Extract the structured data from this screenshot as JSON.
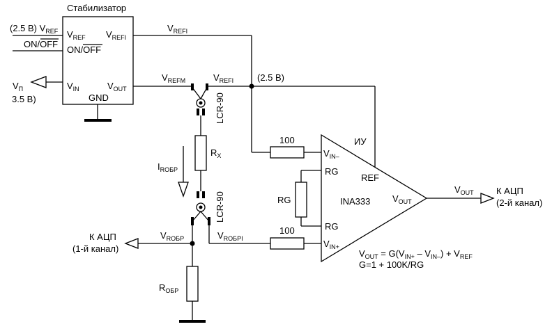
{
  "regulator": {
    "title": "Стабилизатор",
    "pin_vref": "V",
    "pin_vref_sub": "REF",
    "pin_onoff": "ON/OFF",
    "pin_vin": "V",
    "pin_vin_sub": "IN",
    "pin_vrefi": "V",
    "pin_vrefi_sub": "REFI",
    "pin_vout": "V",
    "pin_vout_sub": "OUT",
    "pin_gnd": "GND"
  },
  "inputs": {
    "vref_label_prefix": "(2.5 В) V",
    "vref_label_sub": "REF",
    "onoff_label": "ON/OFF",
    "vp_label": "V",
    "vp_label_sub": "П",
    "vp_value": "3.5 В)"
  },
  "nets": {
    "vrefi_top": "V",
    "vrefi_top_sub": "REFI",
    "vrefm": "V",
    "vrefm_sub": "REFM",
    "vrefi_mid": "V",
    "vrefi_mid_sub": "REFI",
    "node_voltage": "(2.5 В)",
    "vrobr": "V",
    "vrobr_sub": "RОБР",
    "vrobri": "V",
    "vrobri_sub": "RОБРI",
    "current": "I",
    "current_sub": "RОБР"
  },
  "components": {
    "connector_top": "LCR-90",
    "connector_bottom": "LCR-90",
    "rx": "R",
    "rx_sub": "X",
    "r_top": "100",
    "r_bottom": "100",
    "rg_resistor": "RG",
    "robr": "R",
    "robr_sub": "ОБР"
  },
  "amplifier": {
    "type_label": "ИУ",
    "model": "INA333",
    "pin_vin_minus": "V",
    "pin_vin_minus_sub": "IN–",
    "pin_vin_plus": "V",
    "pin_vin_plus_sub": "IN+",
    "pin_rg_top": "RG",
    "pin_rg_bottom": "RG",
    "pin_ref": "REF",
    "pin_vout": "V",
    "pin_vout_sub": "OUT"
  },
  "outputs": {
    "vout_label": "V",
    "vout_label_sub": "OUT",
    "adc2_line1": "К АЦП",
    "adc2_line2": "(2-й канал)",
    "adc1_line1": "К АЦП",
    "adc1_line2": "(1-й канал)"
  },
  "formula": {
    "line1_a": "V",
    "line1_a_sub": "OUT",
    "line1_b": " = G(V",
    "line1_b_sub": "IN+",
    "line1_c": " – V",
    "line1_c_sub": "IN–",
    "line1_d": ") + V",
    "line1_d_sub": "REF",
    "line2": "G=1 + 100K/RG"
  }
}
